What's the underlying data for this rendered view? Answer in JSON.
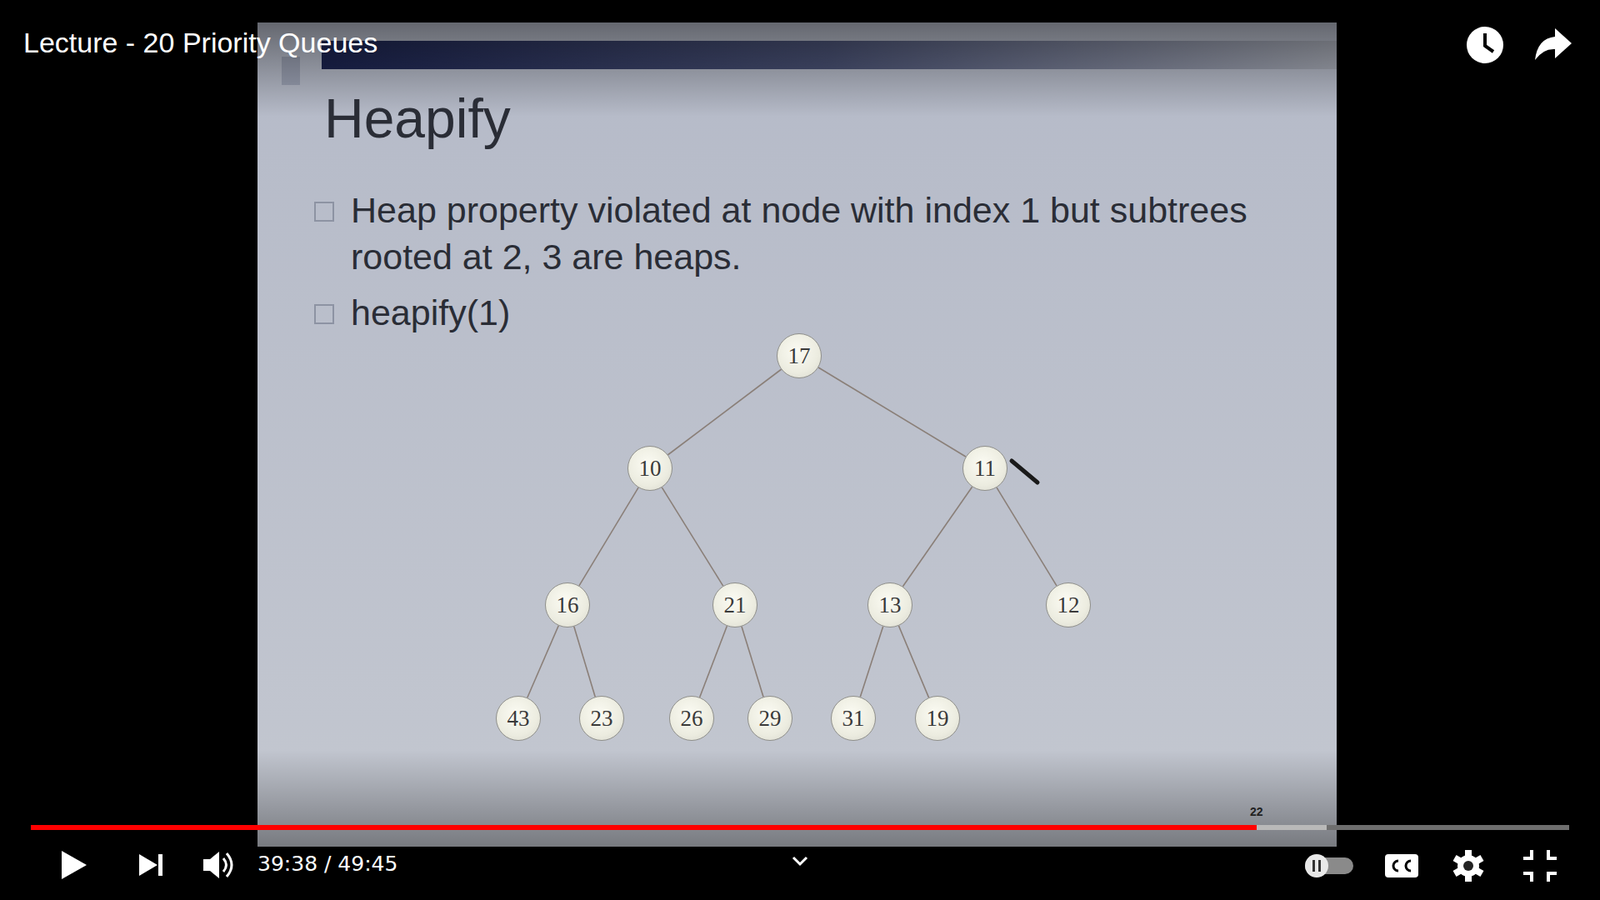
{
  "diagram": {
    "title": "Heapify",
    "nodes": [
      {
        "text": [
          "17"
        ]
      },
      {
        "text": [
          "10"
        ]
      },
      {
        "text": [
          "11"
        ]
      },
      {
        "text": [
          "16"
        ]
      },
      {
        "text": [
          "21"
        ]
      },
      {
        "text": [
          "13"
        ]
      },
      {
        "text": [
          "12"
        ]
      },
      {
        "text": [
          "43"
        ]
      },
      {
        "text": [
          "23"
        ]
      },
      {
        "text": [
          "26"
        ]
      },
      {
        "text": [
          "29"
        ]
      },
      {
        "text": [
          "31"
        ]
      },
      {
        "text": [
          "19"
        ]
      }
    ],
    "edges": [
      {
        "from": 0,
        "to": 1,
        "arrow": "none"
      },
      {
        "from": 0,
        "to": 2,
        "arrow": "none"
      },
      {
        "from": 1,
        "to": 3,
        "arrow": "none"
      },
      {
        "from": 1,
        "to": 4,
        "arrow": "none"
      },
      {
        "from": 2,
        "to": 5,
        "arrow": "none"
      },
      {
        "from": 2,
        "to": 6,
        "arrow": "none"
      },
      {
        "from": 3,
        "to": 7,
        "arrow": "none"
      },
      {
        "from": 3,
        "to": 8,
        "arrow": "none"
      },
      {
        "from": 4,
        "to": 9,
        "arrow": "none"
      },
      {
        "from": 4,
        "to": 10,
        "arrow": "none"
      },
      {
        "from": 5,
        "to": 11,
        "arrow": "none"
      },
      {
        "from": 5,
        "to": 12,
        "arrow": "none"
      }
    ],
    "labels": [
      "Lecture - 20 Priority Queues",
      "Heap property violated at node with index 1 but subtrees rooted at 2, 3 are heaps.",
      "heapify(1)",
      "39:38 / 49:45",
      "22"
    ]
  }
}
